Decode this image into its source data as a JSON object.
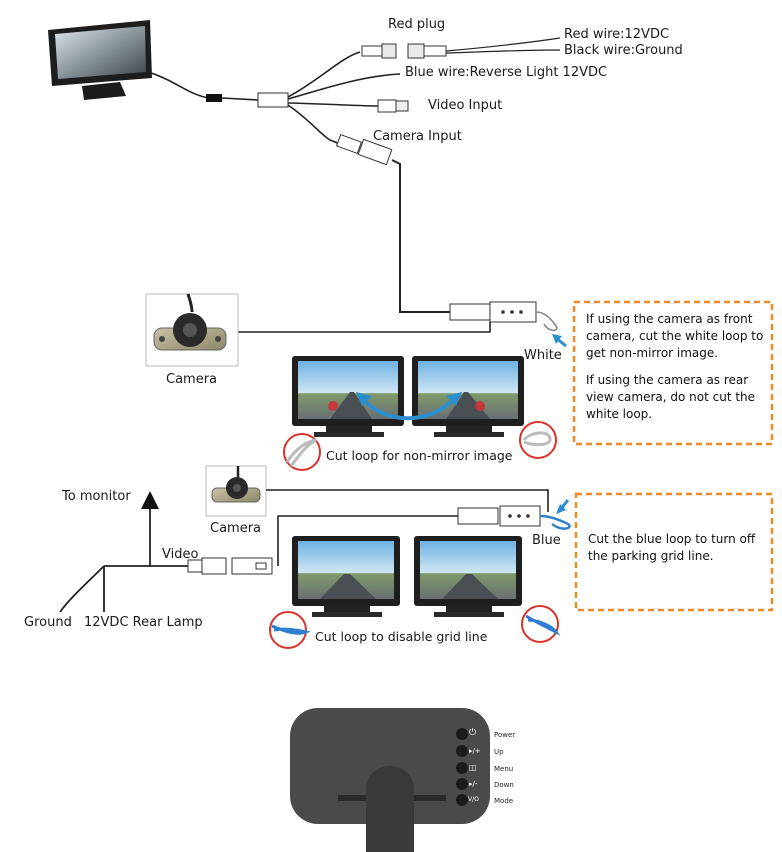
{
  "labels": {
    "red_plug": "Red plug",
    "red_wire": "Red wire:12VDC",
    "black_wire": "Black wire:Ground",
    "blue_wire": "Blue wire:Reverse Light 12VDC",
    "video_input": "Video Input",
    "camera_input": "Camera Input",
    "camera_1": "Camera",
    "white": "White",
    "cut_loop_mirror": "Cut loop for non-mirror image",
    "to_monitor": "To monitor",
    "camera_2": "Camera",
    "video": "Video",
    "blue": "Blue",
    "ground": "Ground",
    "rear_lamp": "12VDC Rear Lamp",
    "cut_loop_grid": "Cut loop to disable grid line"
  },
  "notes": {
    "mirror_p1": "If using the camera as front camera, cut the white loop to get non-mirror image.",
    "mirror_p2": "If using the camera as rear view camera, do not cut the white loop.",
    "grid": "Cut the blue loop to turn off the parking grid line."
  },
  "buttons": [
    {
      "icon": "power-icon",
      "glyph": "⏻",
      "label": "Power"
    },
    {
      "icon": "up-icon",
      "glyph": "▸/+",
      "label": "Up"
    },
    {
      "icon": "menu-icon",
      "glyph": "◫",
      "label": "Menu"
    },
    {
      "icon": "down-icon",
      "glyph": "▸/-",
      "label": "Down"
    },
    {
      "icon": "mode-icon",
      "glyph": "V/O",
      "label": "Mode"
    }
  ],
  "colors": {
    "note_border": "#f08a24",
    "arrow_blue": "#2a8fd0",
    "cut_circle": "#d9332b",
    "blue_loop": "#2f7fd1",
    "monitor_back": "#4a4a4a"
  }
}
